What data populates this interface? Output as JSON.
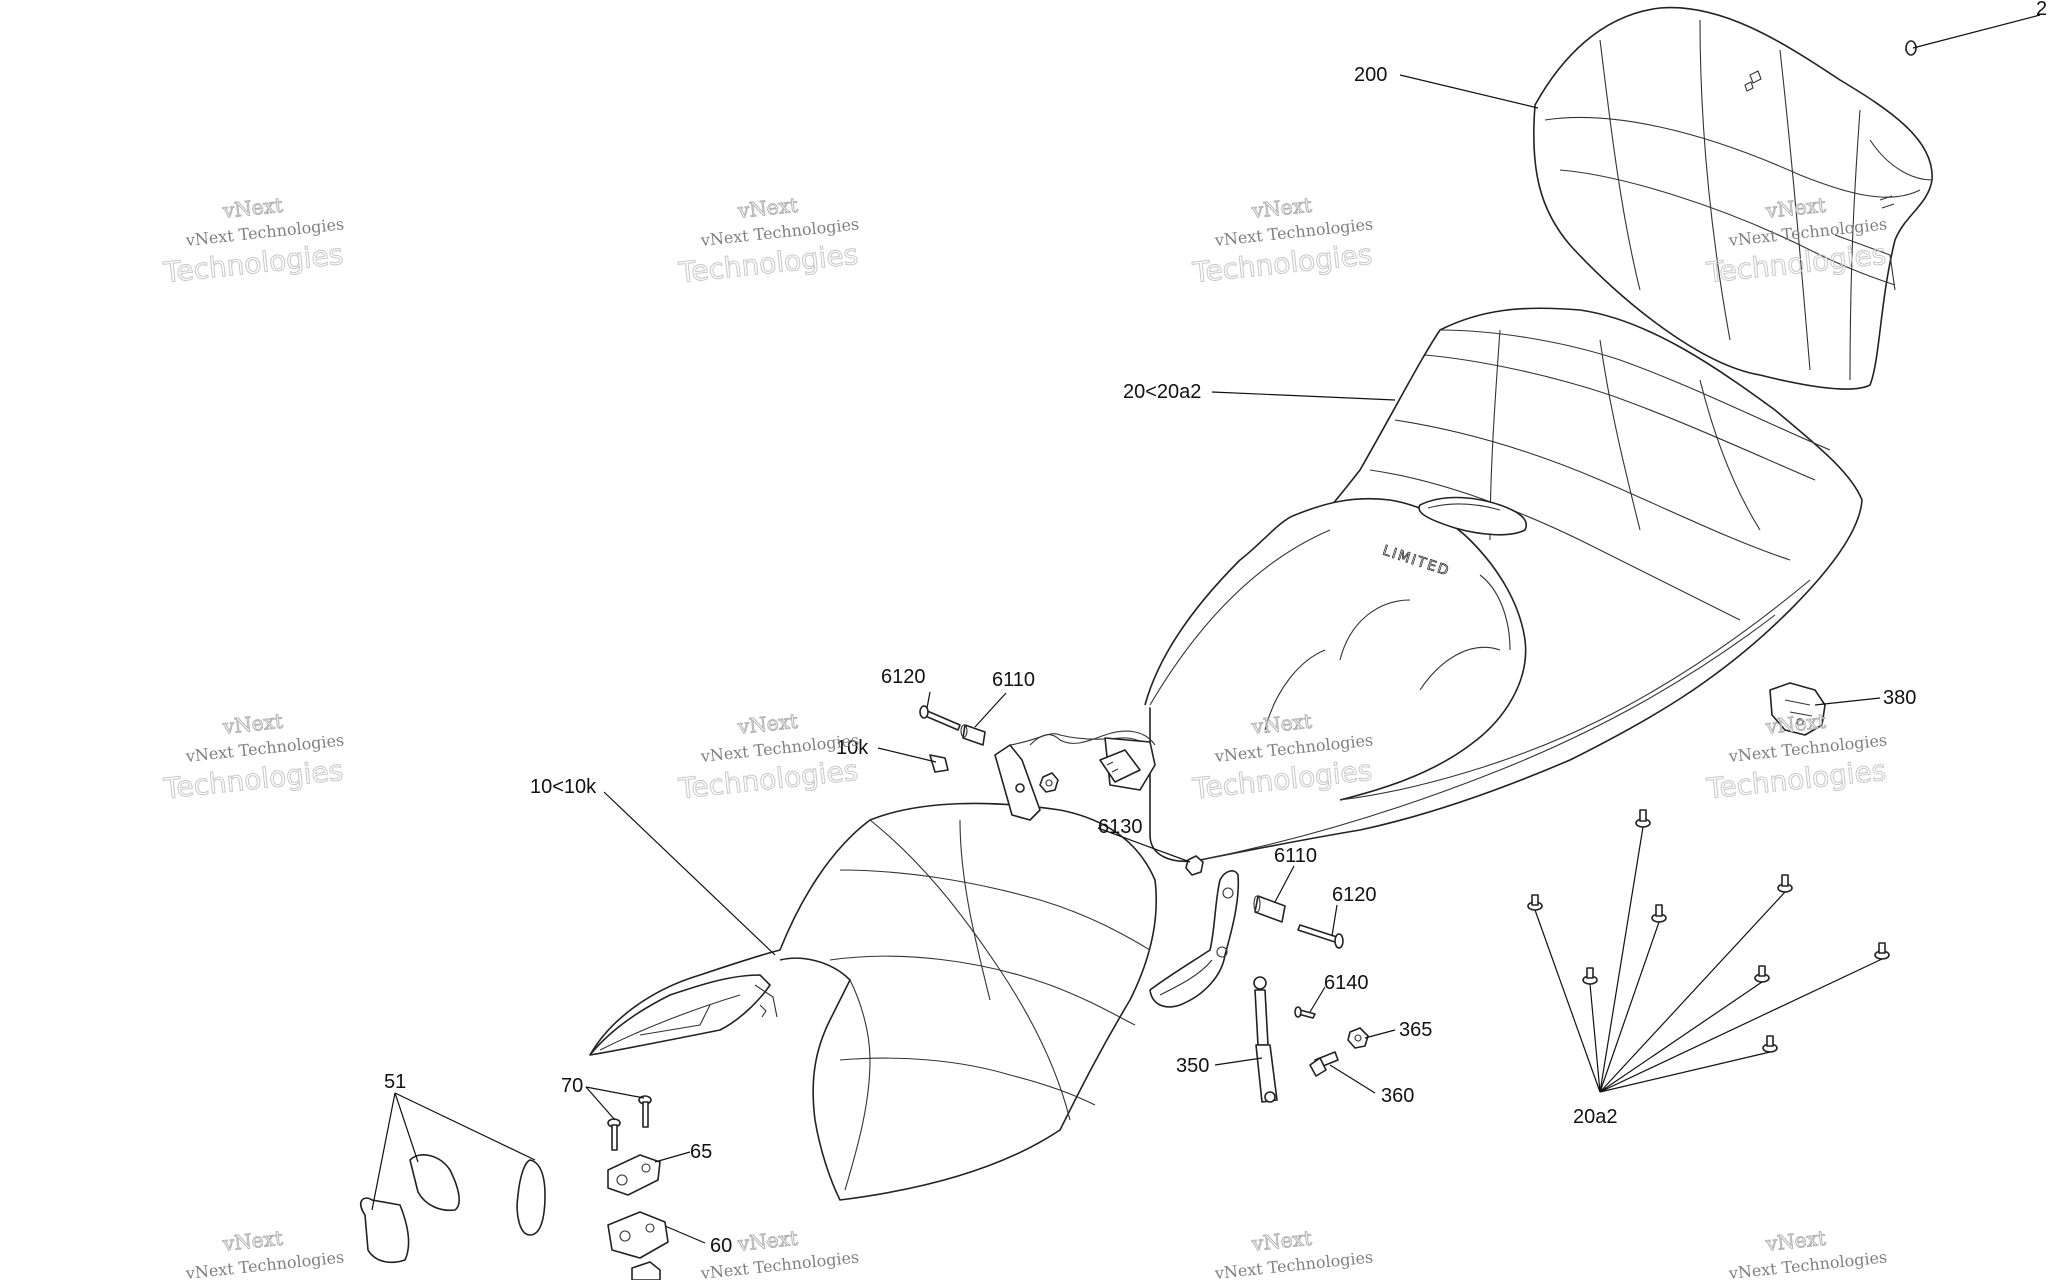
{
  "watermark": {
    "top": "vNext",
    "middle": "vNext Technologies",
    "bottom": "Technologies"
  },
  "callouts": {
    "c200": "200",
    "c2_edge": "2",
    "c20_20a2": "20<20a2",
    "c380": "380",
    "c6120_a": "6120",
    "c6110_a": "6110",
    "c10k": "10k",
    "c10_10k": "10<10k",
    "c6130": "6130",
    "c6110_b": "6110",
    "c6120_b": "6120",
    "c6140": "6140",
    "c365": "365",
    "c350": "350",
    "c360": "360",
    "c20a2": "20a2",
    "c51": "51",
    "c70": "70",
    "c65": "65",
    "c60": "60"
  },
  "seam_logo": "LIMITED"
}
